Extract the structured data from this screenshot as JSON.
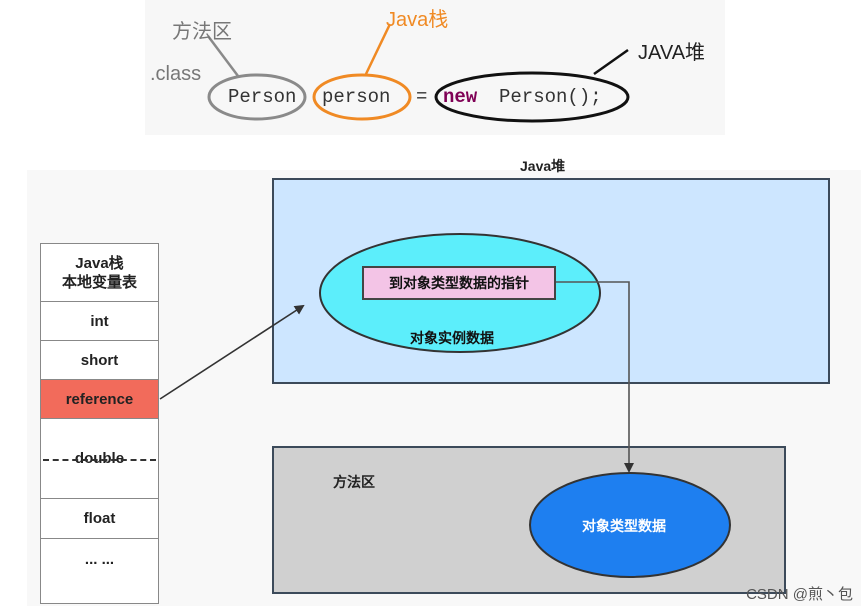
{
  "top": {
    "method_area_label": "方法区",
    "java_stack_label": "Java栈",
    "java_heap_label": "JAVA堆",
    "class_label": ".class",
    "code": {
      "class_name": "Person",
      "var_name": "person",
      "equals": "=",
      "keyword_new": "new",
      "ctor_call": "Person();"
    }
  },
  "heap": {
    "title": "Java堆",
    "pointer_label": "到对象类型数据的指针",
    "instance_label": "对象实例数据"
  },
  "method_area": {
    "title": "方法区",
    "type_data_label": "对象类型数据"
  },
  "stack": {
    "header": "Java栈\n本地变量表",
    "cells": [
      "int",
      "short",
      "reference",
      "double",
      "float",
      "... ..."
    ]
  },
  "watermark": "CSDN @煎丶包",
  "colors": {
    "heap_bg": "#cde6ff",
    "method_bg": "#d0d0d0",
    "reference_cell": "#f26b5b",
    "instance_ellipse": "#5ceefb",
    "type_ellipse": "#1e7ff0",
    "pointer_box": "#f3c4e6",
    "orange": "#f08a24"
  }
}
